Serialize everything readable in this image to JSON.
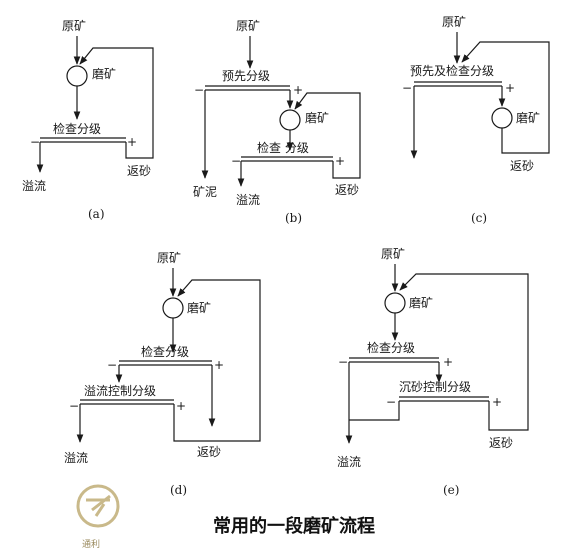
{
  "title": "常用的一段磨矿流程",
  "logo": {
    "text": "通利",
    "color": "#c9b98a"
  },
  "diagrams": [
    {
      "caption": "(a)",
      "feed": "原矿",
      "mill": "磨矿",
      "classifiers": [
        "检查分级"
      ],
      "overflow": "溢流",
      "recycle": "返砂",
      "minus": "−",
      "plus": "+"
    },
    {
      "caption": "(b)",
      "feed": "原矿",
      "mill": "磨矿",
      "classifiers": [
        "预先分级",
        "检查 分级"
      ],
      "outputs": [
        "矿泥",
        "溢流"
      ],
      "recycle": "返砂",
      "minus": "−",
      "plus": "+"
    },
    {
      "caption": "(c)",
      "feed": "原矿",
      "mill": "磨矿",
      "classifiers": [
        "预先及检查分级"
      ],
      "recycle": "返砂",
      "minus": "−",
      "plus": "+"
    },
    {
      "caption": "(d)",
      "feed": "原矿",
      "mill": "磨矿",
      "classifiers": [
        "检查分级",
        "溢流控制分级"
      ],
      "overflow": "溢流",
      "recycle": "返砂",
      "minus": "−",
      "plus": "+"
    },
    {
      "caption": "(e)",
      "feed": "原矿",
      "mill": "磨矿",
      "classifiers": [
        "检查分级",
        "沉砂控制分级"
      ],
      "overflow": "溢流",
      "recycle": "返砂",
      "minus": "−",
      "plus": "+"
    }
  ]
}
